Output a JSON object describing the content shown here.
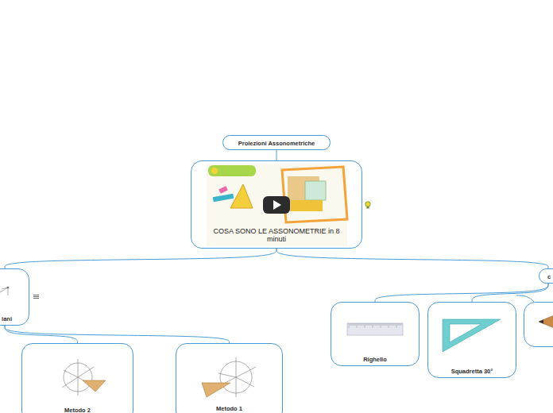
{
  "diagram": {
    "nodes": [
      {
        "text": [
          "Proiezioni Assonometriche"
        ]
      },
      {
        "text": [
          "COSA SONO LE ASSONOMETRIE in 8 minuti"
        ]
      },
      {
        "text": [
          "iani"
        ]
      },
      {
        "text": [
          "c"
        ]
      },
      {
        "text": [
          "Metodo 2"
        ]
      },
      {
        "text": [
          "Metodo 1"
        ]
      },
      {
        "text": [
          "Righello"
        ]
      },
      {
        "text": [
          "Squadretta 30°"
        ]
      }
    ],
    "edges": [
      {
        "from": 0,
        "to": 1,
        "arrow": "none"
      },
      {
        "from": 1,
        "to": 2,
        "arrow": "none"
      },
      {
        "from": 1,
        "to": 3,
        "arrow": "none"
      },
      {
        "from": 2,
        "to": 4,
        "arrow": "none"
      },
      {
        "from": 2,
        "to": 5,
        "arrow": "none"
      },
      {
        "from": 3,
        "to": 6,
        "arrow": "none"
      },
      {
        "from": 3,
        "to": 7,
        "arrow": "none"
      }
    ]
  }
}
